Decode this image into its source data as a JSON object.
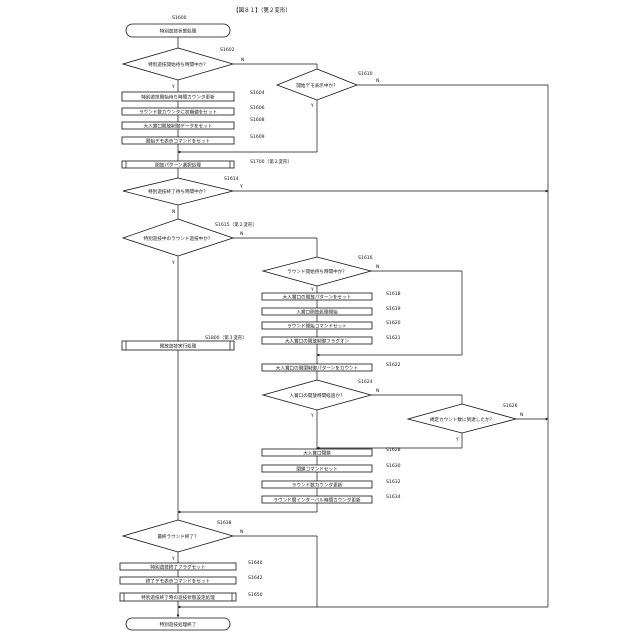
{
  "title": "【図８１】（第２変形）",
  "start": {
    "ref": "S1600",
    "label": "特別遊技状態処理"
  },
  "end": {
    "label": "特別遊技処理終了"
  },
  "yes": "Y",
  "no": "N",
  "nodes": {
    "d1602": {
      "ref": "S1602",
      "label": "特別遊技開始待ち時間中か？"
    },
    "p1604": {
      "ref": "S1604",
      "label": "特別遊技開始待ち時間カウンタ更新"
    },
    "p1606": {
      "ref": "S1606",
      "label": "ラウンド数カウンタに初期値をセット"
    },
    "p1608": {
      "ref": "S1608",
      "label": "大入賞口開放制御データをセット"
    },
    "p1609": {
      "ref": "S1609",
      "label": "開始デモ表示コマンドをセット"
    },
    "d1610": {
      "ref": "S1610",
      "label": "開始デモ表示中か？"
    },
    "p1700": {
      "ref": "S1700（第２変形）",
      "label": "開放パターン選択処理"
    },
    "d1614": {
      "ref": "S1614",
      "label": "特別遊技終了待ち時間中か？"
    },
    "d1615": {
      "ref": "S1615（第２変形）",
      "label": "特別遊技中のラウンド遊技中か？"
    },
    "d1616": {
      "ref": "S1616",
      "label": "ラウンド開始待ち時間中か？"
    },
    "p1618": {
      "ref": "S1618",
      "label": "大入賞口の開放パターンをセット"
    },
    "p1619": {
      "ref": "S1619",
      "label": "入賞口開放処理開始"
    },
    "p1620": {
      "ref": "S1620",
      "label": "ラウンド開始コマンドセット"
    },
    "p1621": {
      "ref": "S1621",
      "label": "大入賞口の開放制御フラグオン"
    },
    "p1622": {
      "ref": "S1622",
      "label": "大入賞口の開閉制御パターンをカウント"
    },
    "p1800": {
      "ref": "S1800（第３変形）",
      "label": "開放遊技実行処理"
    },
    "d1624": {
      "ref": "S1624",
      "label": "入賞口の開放時間経過か？"
    },
    "d1626": {
      "ref": "S1626",
      "label": "規定カウント数に到達したか？"
    },
    "p1628": {
      "ref": "S1628",
      "label": "大入賞口閉鎖"
    },
    "p1630": {
      "ref": "S1630",
      "label": "閉鎖コマンドセット"
    },
    "p1632": {
      "ref": "S1632",
      "label": "ラウンド数カウンタ更新"
    },
    "p1634": {
      "ref": "S1634",
      "label": "ラウンド間インターバル時間カウンタ更新"
    },
    "d1638": {
      "ref": "S1638",
      "label": "最終ラウンド終了？"
    },
    "p1640": {
      "ref": "S1640",
      "label": "特別遊技終了フラグセット"
    },
    "p1642": {
      "ref": "S1642",
      "label": "終了デモ表示コマンドをセット"
    },
    "p1650": {
      "ref": "S1650",
      "label": "特別遊技終了時の遊技状態設定処理"
    }
  }
}
